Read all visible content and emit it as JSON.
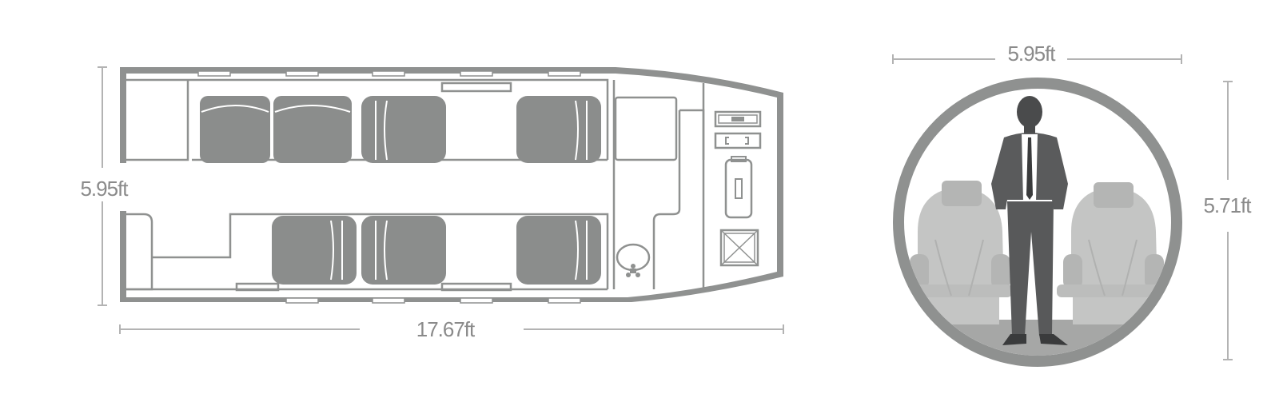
{
  "labels": {
    "floorplan_height": "5.95ft",
    "floorplan_length": "17.67ft",
    "cross_section_width": "5.95ft",
    "cross_section_height": "5.71ft"
  },
  "colors": {
    "fuselage": "#8f9190",
    "seat": "#8b8d8c",
    "cabin_seat_light": "#c4c5c4",
    "person": "#5a5b5c",
    "dimension_text": "#8a8a8a",
    "dimension_line": "#b3b3b3"
  },
  "icons": {
    "person": "standing-man-in-suit-icon",
    "seat": "aircraft-seat-icon",
    "lavatory": "sink-icon"
  }
}
